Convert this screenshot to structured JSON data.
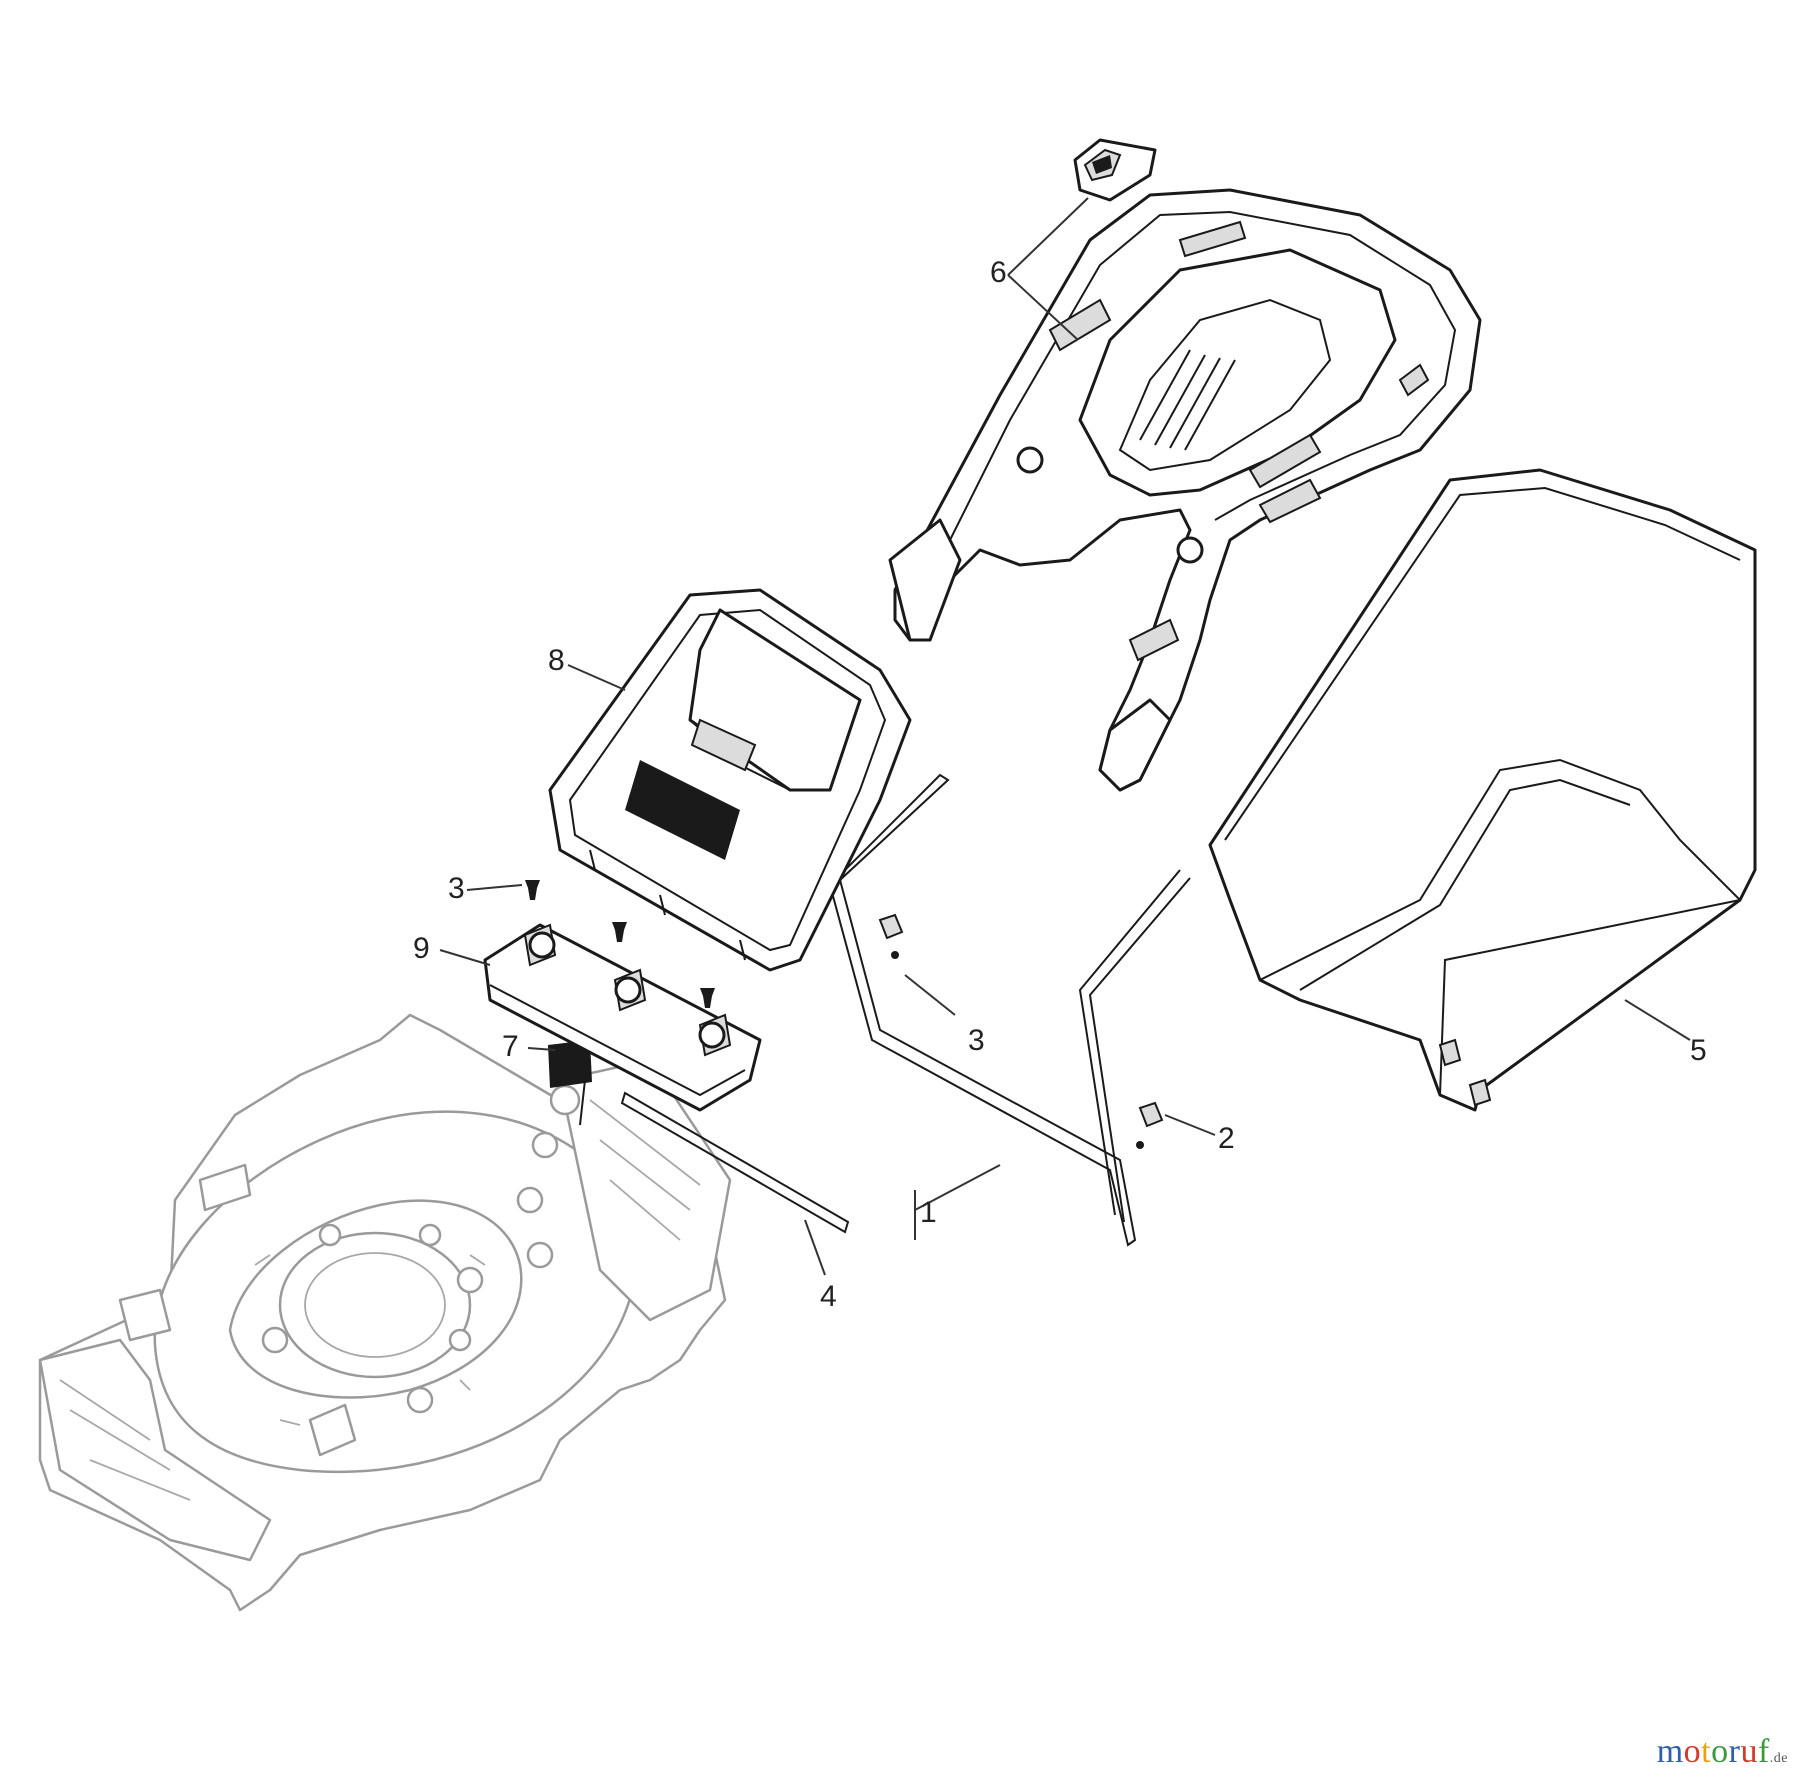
{
  "callouts": {
    "p1": "1",
    "p2": "2",
    "p3a": "3",
    "p3b": "3",
    "p4": "4",
    "p5": "5",
    "p6": "6",
    "p7": "7",
    "p8": "8",
    "p9": "9"
  },
  "watermark": {
    "letters": [
      "m",
      "o",
      "t",
      "o",
      "r",
      "u",
      "f"
    ],
    "suffix": ".de",
    "colors": [
      "#2e5fa8",
      "#d23b2a",
      "#e6a317",
      "#3a9a3c",
      "#2e5fa8",
      "#d23b2a",
      "#3a9a3c"
    ]
  }
}
